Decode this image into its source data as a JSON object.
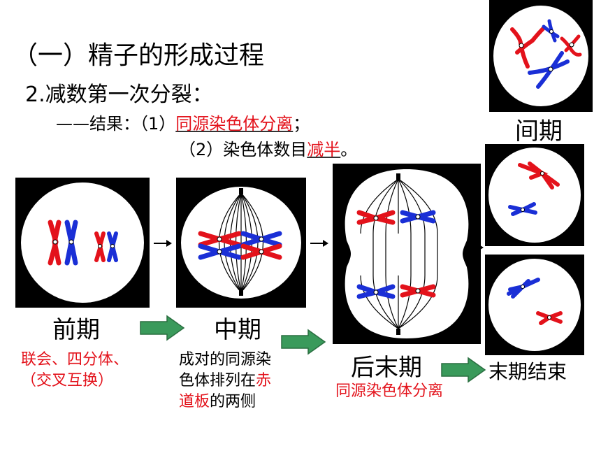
{
  "title": "（一）精子的形成过程",
  "subtitle": "2.减数第一次分裂：",
  "result": {
    "prefix": "——结果：",
    "item1_num": "（1）",
    "item1_text": "同源染色体分离",
    "item1_end": "；",
    "item2_prefix": "（2）染色体数目",
    "item2_text": "减半",
    "item2_end": "。"
  },
  "stages": {
    "interphase": "间期",
    "prophase": "前期",
    "metaphase": "中期",
    "anaphase_telophase": "后末期",
    "telophase_end": "末期结束"
  },
  "notes": {
    "prophase_line1": "联会、四分体、",
    "prophase_line2": "（交叉互换）",
    "metaphase_line1": "成对的同源染",
    "metaphase_line2a": "色体排列在",
    "metaphase_line2b": "赤",
    "metaphase_line3a": "道板",
    "metaphase_line3b": "的两侧",
    "anaphase": "同源染色体分离"
  },
  "colors": {
    "red": "#e3121b",
    "blue": "#1a2fd6",
    "arrow_green": "#3a9a5b",
    "panel_bg": "#000000"
  }
}
